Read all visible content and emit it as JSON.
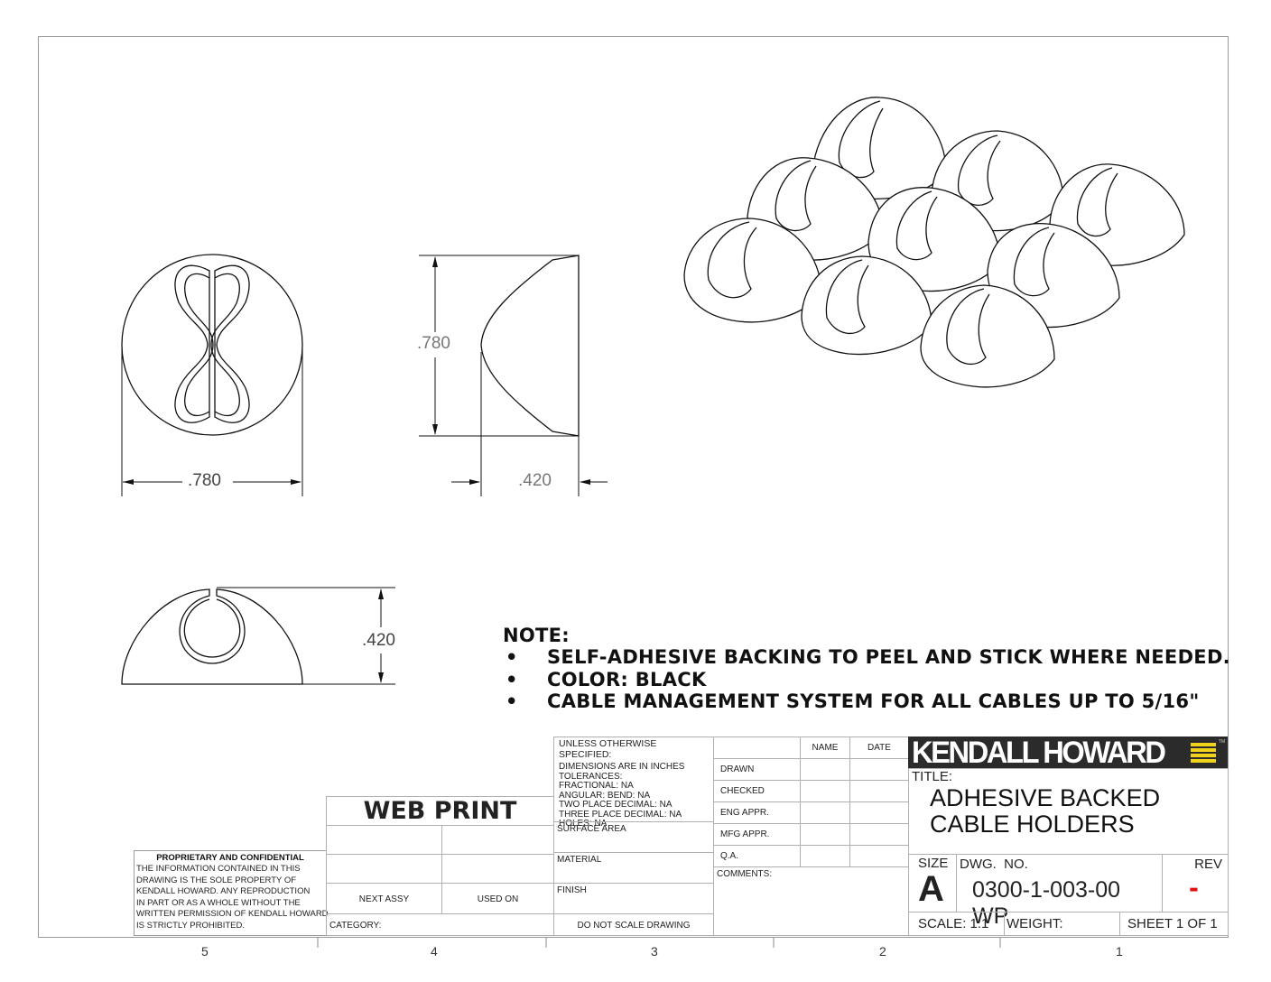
{
  "dimensions": {
    "front_width": ".780",
    "side_height": ".780",
    "side_depth": ".420",
    "bottom_height": ".420"
  },
  "notes": {
    "heading": "NOTE:",
    "items": [
      "SELF-ADHESIVE BACKING TO PEEL AND STICK WHERE NEEDED.",
      "COLOR: BLACK",
      "CABLE MANAGEMENT SYSTEM FOR ALL CABLES UP TO 5/16\""
    ],
    "bullet": "•"
  },
  "proprietary": {
    "heading": "PROPRIETARY AND CONFIDENTIAL",
    "lines": [
      "THE INFORMATION CONTAINED IN THIS",
      "DRAWING IS THE SOLE PROPERTY OF",
      "KENDALL HOWARD.  ANY REPRODUCTION",
      "IN PART OR AS A WHOLE WITHOUT THE",
      "WRITTEN PERMISSION OF KENDALL HOWARD",
      "IS STRICTLY PROHIBITED."
    ]
  },
  "print_block": {
    "web_print": "WEB PRINT",
    "next_assy": "NEXT ASSY",
    "used_on": "USED ON",
    "category": "CATEGORY:"
  },
  "tolerances": {
    "heading": "UNLESS OTHERWISE SPECIFIED:",
    "lines": [
      "DIMENSIONS ARE IN INCHES",
      "TOLERANCES:",
      "FRACTIONAL: NA",
      "ANGULAR: BEND: NA",
      "TWO PLACE DECIMAL: NA",
      "THREE PLACE DECIMAL: NA",
      "HOLES: NA"
    ],
    "surface_area": "SURFACE AREA",
    "material": "MATERIAL",
    "finish": "FINISH",
    "do_not_scale": "DO NOT SCALE DRAWING"
  },
  "approvals": {
    "name_header": "NAME",
    "date_header": "DATE",
    "rows": [
      "DRAWN",
      "CHECKED",
      "ENG APPR.",
      "MFG APPR.",
      "Q.A."
    ],
    "comments": "COMMENTS:"
  },
  "title_block": {
    "logo": "KENDALL HOWARD",
    "logo_mark": "TM",
    "title_label": "TITLE:",
    "title_line1": "ADHESIVE BACKED",
    "title_line2": "CABLE HOLDERS",
    "size_label": "SIZE",
    "size": "A",
    "dwg_label": "DWG.  NO.",
    "dwg_no": "0300-1-003-00 WP",
    "rev_label": "REV",
    "rev": "-",
    "scale": "SCALE: 1:1",
    "weight": "WEIGHT:",
    "sheet": "SHEET 1 OF 1"
  },
  "zones": [
    "5",
    "4",
    "3",
    "2",
    "1"
  ],
  "colors": {
    "logo_bg": "#2b2b2b",
    "logo_accent": "#f2d31b",
    "rev": "#e01010"
  }
}
